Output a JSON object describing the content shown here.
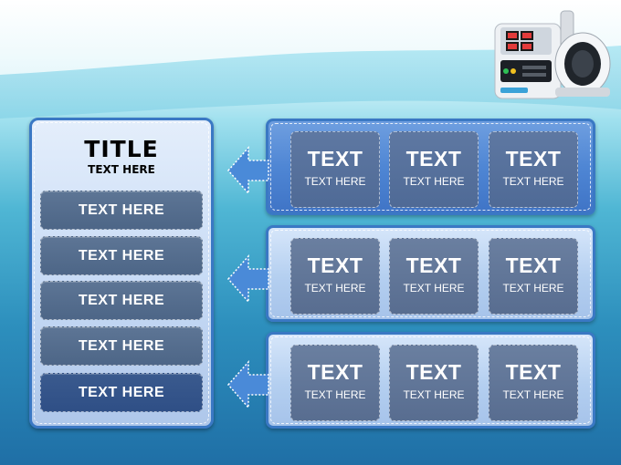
{
  "title": {
    "main": "TITLE",
    "sub": "TEXT HERE"
  },
  "left_items": [
    {
      "label": "TEXT HERE"
    },
    {
      "label": "TEXT HERE"
    },
    {
      "label": "TEXT HERE"
    },
    {
      "label": "TEXT HERE"
    },
    {
      "label": "TEXT HERE"
    }
  ],
  "rows": [
    {
      "cells": [
        {
          "heading": "TEXT",
          "text": "TEXT HERE"
        },
        {
          "heading": "TEXT",
          "text": "TEXT HERE"
        },
        {
          "heading": "TEXT",
          "text": "TEXT HERE"
        }
      ]
    },
    {
      "cells": [
        {
          "heading": "TEXT",
          "text": "TEXT HERE"
        },
        {
          "heading": "TEXT",
          "text": "TEXT HERE"
        },
        {
          "heading": "TEXT",
          "text": "TEXT HERE"
        }
      ]
    },
    {
      "cells": [
        {
          "heading": "TEXT",
          "text": "TEXT HERE"
        },
        {
          "heading": "TEXT",
          "text": "TEXT HERE"
        },
        {
          "heading": "TEXT",
          "text": "TEXT HERE"
        }
      ]
    }
  ],
  "icons": {
    "device": "blood-pressure-monitor-icon",
    "arrow": "arrow-left-icon"
  },
  "colors": {
    "panel_border": "#3a78c4",
    "button_fill": "#586d90",
    "accent_blue": "#4f86d4"
  }
}
